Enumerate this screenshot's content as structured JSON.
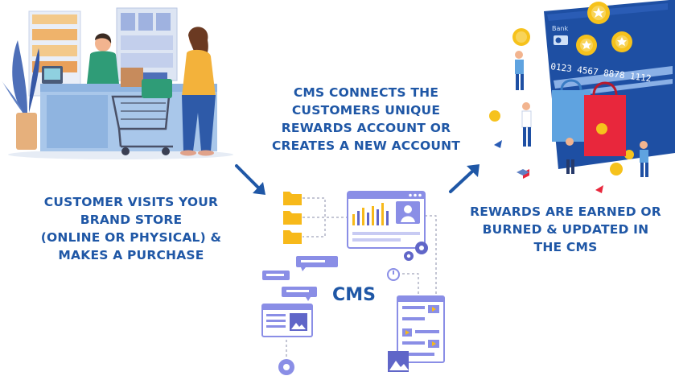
{
  "captions": {
    "left": [
      "Customer visits your",
      "brand store",
      "(Online or Physical) &",
      "makes a purchase"
    ],
    "middle": [
      "CMS connects the",
      "customers unique",
      "rewards account or",
      "creates a new account"
    ],
    "right": [
      "Rewards are earned or",
      "burned & updated in",
      "the CMS"
    ]
  },
  "cms_label": "CMS",
  "card": {
    "bank_label": "Bank",
    "number": "0123 4567 8878 1112"
  },
  "colors": {
    "text": "#1f57a6",
    "arrow": "#1f57a6",
    "cms_purple": "#8a8ee6",
    "cms_dark": "#6066c8",
    "folder": "#f7b91a",
    "card_blue": "#1e4fa3",
    "coin": "#f6c21c",
    "bag_red": "#e8273c"
  }
}
